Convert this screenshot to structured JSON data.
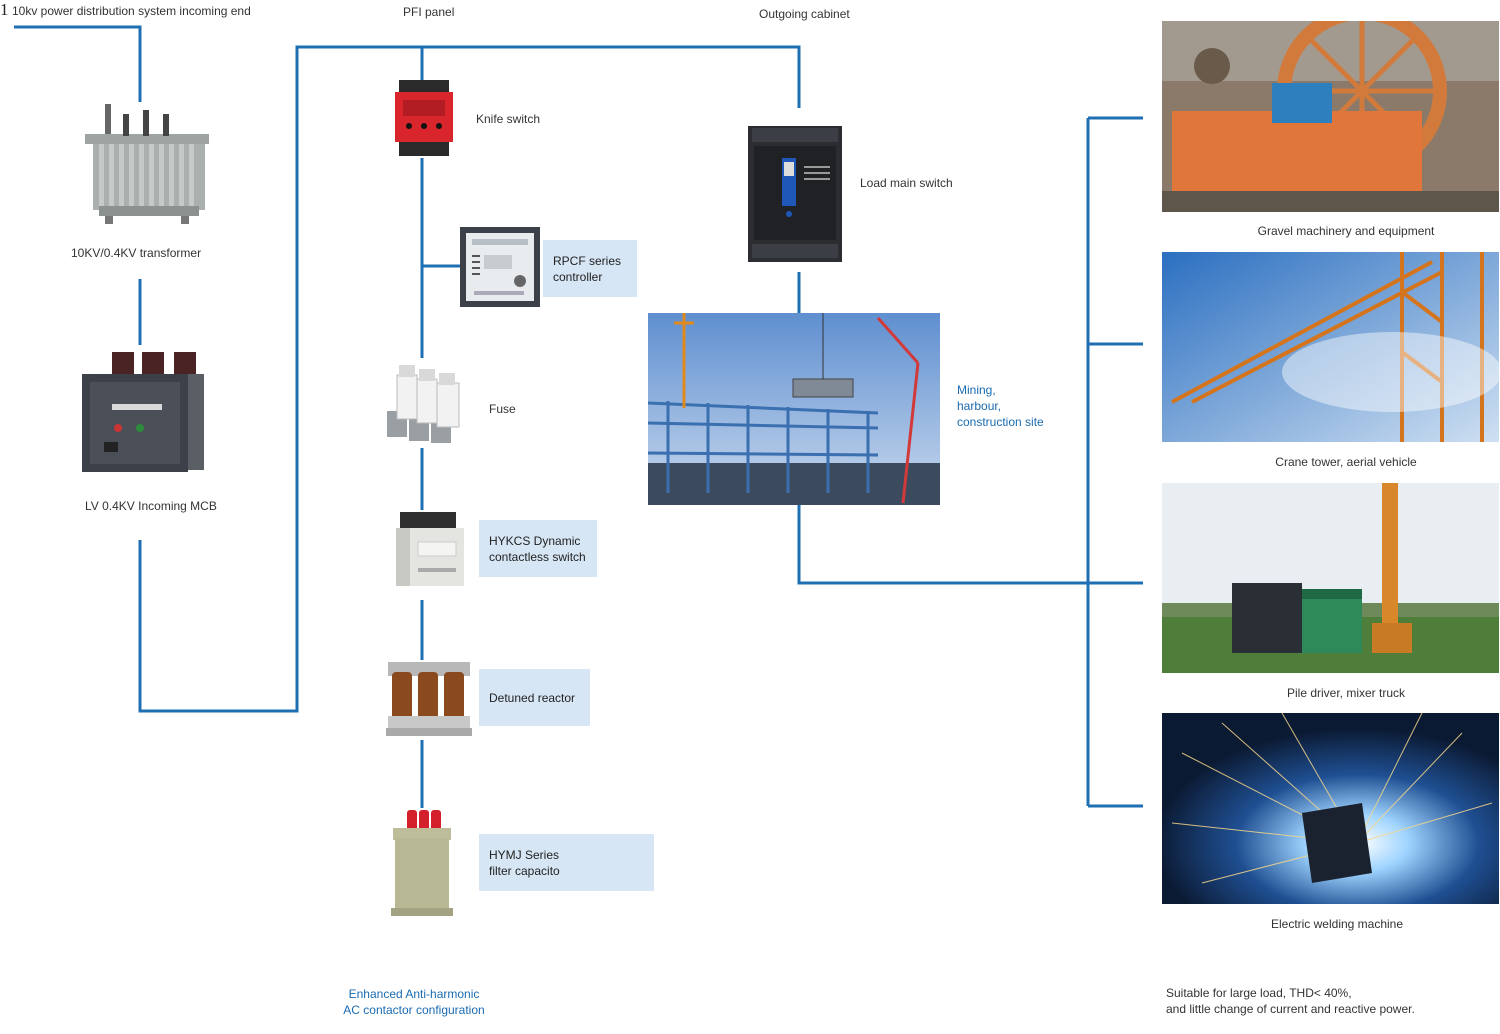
{
  "header": {
    "index": "1",
    "incoming": "10kv power distribution system incoming end",
    "pfi_panel": "PFI panel",
    "outgoing": "Outgoing cabinet"
  },
  "left_column": {
    "transformer": "10KV/0.4KV transformer",
    "mcb": "LV 0.4KV Incoming MCB"
  },
  "pfi_column": {
    "knife_switch": "Knife switch",
    "rpcf": [
      "RPCF series",
      "controller"
    ],
    "fuse": "Fuse",
    "hykcs": [
      "HYKCS Dynamic",
      "contactless switch"
    ],
    "reactor": "Detuned reactor",
    "hymj": [
      "HYMJ Series",
      "filter capacito"
    ],
    "footer": [
      "Enhanced Anti-harmonic",
      "AC contactor configuration"
    ]
  },
  "outgoing_column": {
    "load_switch": "Load main switch",
    "site": [
      "Mining,",
      "harbour,",
      "construction site"
    ]
  },
  "applications": {
    "items": [
      "Gravel machinery and equipment",
      "Crane tower, aerial vehicle",
      "Pile driver, mixer truck",
      "Electric welding machine"
    ],
    "footer": [
      "Suitable for large load, THD< 40%,",
      "and little change of current and reactive power."
    ]
  },
  "colors": {
    "wire": "#1f6fb5",
    "label_box": "#d7e6f5",
    "accent_text": "#1b6bb0"
  }
}
